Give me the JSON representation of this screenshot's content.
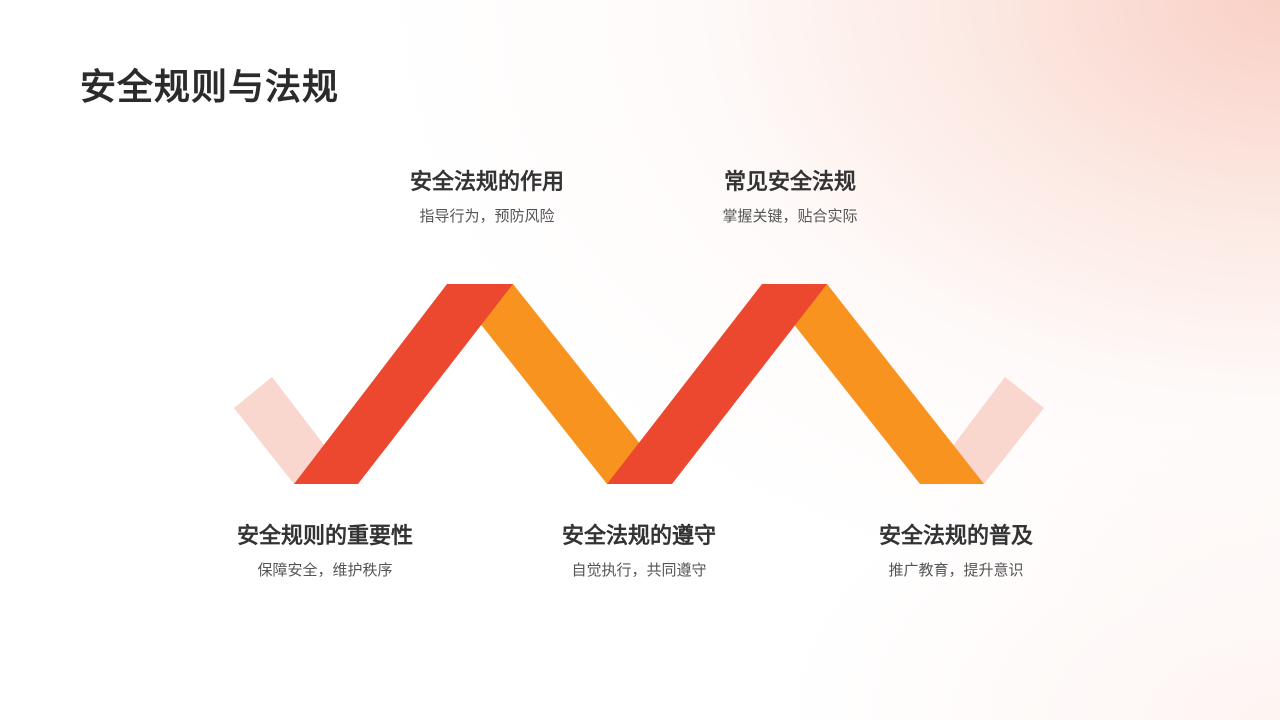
{
  "slide": {
    "title": "安全规则与法规"
  },
  "colors": {
    "red": "#ec4830",
    "orange": "#f7931e",
    "pale_pink": "#f9d6ce",
    "heading_text": "#333333",
    "sub_text": "#555555",
    "background_accent": "#f9d5cc"
  },
  "steps": [
    {
      "heading": "安全规则的重要性",
      "subtext": "保障安全，维护秩序",
      "position": "bottom"
    },
    {
      "heading": "安全法规的作用",
      "subtext": "指导行为，预防风险",
      "position": "top"
    },
    {
      "heading": "安全法规的遵守",
      "subtext": "自觉执行，共同遵守",
      "position": "bottom"
    },
    {
      "heading": "常见安全法规",
      "subtext": "掌握关键，贴合实际",
      "position": "top"
    },
    {
      "heading": "安全法规的普及",
      "subtext": "推广教育，提升意识",
      "position": "bottom"
    }
  ]
}
